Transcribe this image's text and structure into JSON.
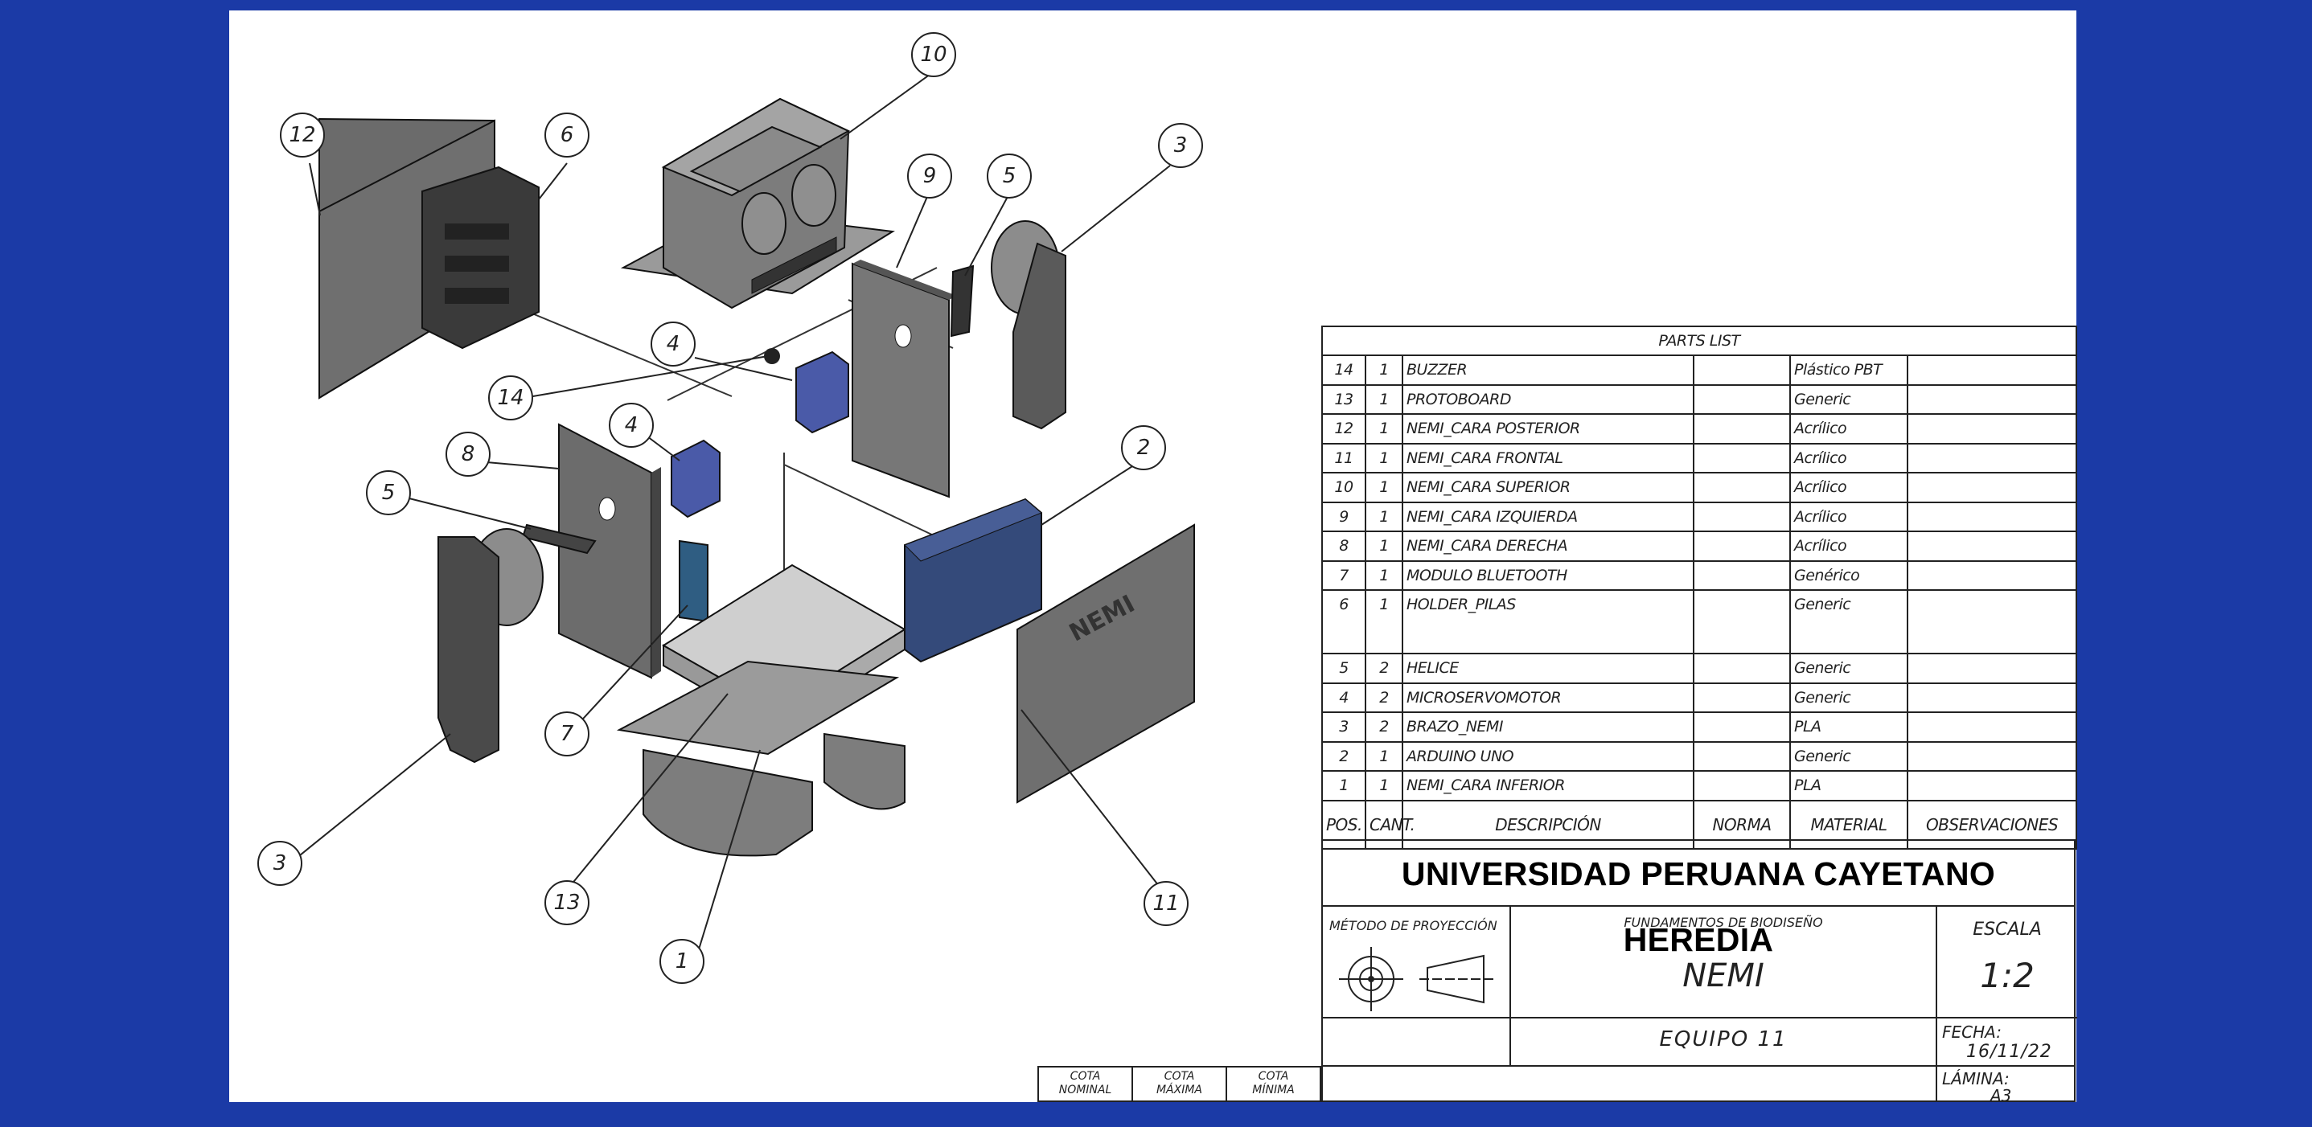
{
  "callouts": [
    "12",
    "6",
    "10",
    "9",
    "5",
    "3",
    "4",
    "14",
    "4",
    "8",
    "5",
    "2",
    "7",
    "3",
    "13",
    "1",
    "11"
  ],
  "logo_text": "NEMI",
  "parts_list": {
    "title": "PARTS LIST",
    "rows": [
      {
        "pos": "14",
        "qty": "1",
        "desc": "BUZZER",
        "norma": "",
        "material": "Plástico PBT",
        "obs": ""
      },
      {
        "pos": "13",
        "qty": "1",
        "desc": "PROTOBOARD",
        "norma": "",
        "material": "Generic",
        "obs": ""
      },
      {
        "pos": "12",
        "qty": "1",
        "desc": "NEMI_CARA POSTERIOR",
        "norma": "",
        "material": "Acrílico",
        "obs": ""
      },
      {
        "pos": "11",
        "qty": "1",
        "desc": "NEMI_CARA FRONTAL",
        "norma": "",
        "material": "Acrílico",
        "obs": ""
      },
      {
        "pos": "10",
        "qty": "1",
        "desc": "NEMI_CARA SUPERIOR",
        "norma": "",
        "material": "Acrílico",
        "obs": ""
      },
      {
        "pos": "9",
        "qty": "1",
        "desc": "NEMI_CARA IZQUIERDA",
        "norma": "",
        "material": "Acrílico",
        "obs": ""
      },
      {
        "pos": "8",
        "qty": "1",
        "desc": "NEMI_CARA DERECHA",
        "norma": "",
        "material": "Acrílico",
        "obs": ""
      },
      {
        "pos": "7",
        "qty": "1",
        "desc": "MODULO BLUETOOTH",
        "norma": "",
        "material": "Genérico",
        "obs": ""
      },
      {
        "pos": "6",
        "qty": "1",
        "desc": "HOLDER_PILAS",
        "norma": "",
        "material": "Generic",
        "obs": ""
      },
      {
        "pos": "5",
        "qty": "2",
        "desc": "HELICE",
        "norma": "",
        "material": "Generic",
        "obs": ""
      },
      {
        "pos": "4",
        "qty": "2",
        "desc": "MICROSERVOMOTOR",
        "norma": "",
        "material": "Generic",
        "obs": ""
      },
      {
        "pos": "3",
        "qty": "2",
        "desc": "BRAZO_NEMI",
        "norma": "",
        "material": "PLA",
        "obs": ""
      },
      {
        "pos": "2",
        "qty": "1",
        "desc": "ARDUINO UNO",
        "norma": "",
        "material": "Generic",
        "obs": ""
      },
      {
        "pos": "1",
        "qty": "1",
        "desc": "NEMI_CARA INFERIOR",
        "norma": "",
        "material": "PLA",
        "obs": ""
      }
    ],
    "headers": {
      "pos": "POS.",
      "qty": "CANT.",
      "desc": "DESCRIPCIÓN",
      "norma": "NORMA",
      "material": "MATERIAL",
      "obs": "OBSERVACIONES"
    }
  },
  "title_block": {
    "university": "UNIVERSIDAD PERUANA CAYETANO HEREDIA",
    "projection_label": "MÉTODO DE PROYECCIÓN",
    "course": "FUNDAMENTOS DE BIODISEÑO",
    "project": "NEMI",
    "team": "EQUIPO 11",
    "scale_label": "ESCALA",
    "scale": "1:2",
    "date_label": "FECHA:",
    "date": "16/11/22",
    "sheet_label": "LÁMINA:",
    "sheet": "A3"
  },
  "tolerances": [
    {
      "line1": "COTA",
      "line2": "NOMINAL"
    },
    {
      "line1": "COTA",
      "line2": "MÁXIMA"
    },
    {
      "line1": "COTA",
      "line2": "MÍNIMA"
    }
  ]
}
